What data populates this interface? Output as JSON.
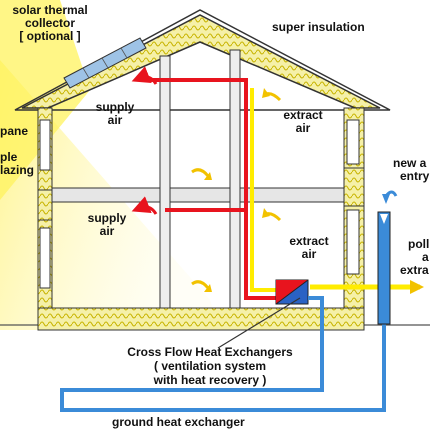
{
  "labels": {
    "solar_thermal": "solar thermal",
    "collector": "collector",
    "optional": "[ optional ]",
    "super_insulation": "super insulation",
    "pane": "pane",
    "ple": "ple",
    "lazing": "lazing",
    "supply_air_1a": "supply",
    "supply_air_1b": "air",
    "supply_air_2a": "supply",
    "supply_air_2b": "air",
    "extract_air_1a": "extract",
    "extract_air_1b": "air",
    "extract_air_2a": "extract",
    "extract_air_2b": "air",
    "new_air_a": "new a",
    "new_air_b": "entry",
    "pollut_a": "poll",
    "pollut_b": "a",
    "pollut_c": "extra",
    "cross_flow_1": "Cross Flow Heat Exchangers",
    "cross_flow_2": "( ventilation system",
    "cross_flow_3": "with heat recovery )",
    "ground_heat": "ground heat exchanger"
  },
  "colors": {
    "insulation": "#f5f0a8",
    "insulation_pattern": "#c8b400",
    "outline": "#333333",
    "supply_pipe": "#e8141e",
    "extract_pipe": "#ffec00",
    "ground_pipe": "#3b8bd8",
    "sun_glow": "#fff7b0",
    "wall_gray": "#d9d9d9",
    "exchanger_red": "#e8141e",
    "exchanger_blue": "#2a62c4"
  }
}
